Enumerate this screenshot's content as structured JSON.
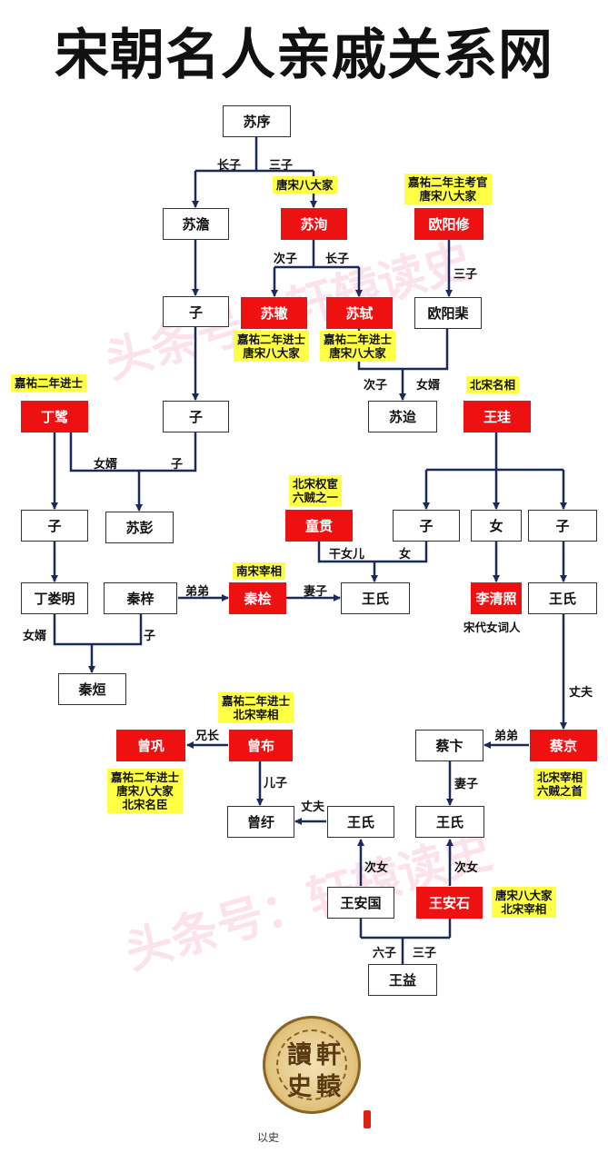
{
  "title": "宋朝名人亲戚关系网",
  "watermark": "头条号：轩辕读史",
  "nodes": {
    "suxu": "苏序",
    "sudan": "苏澹",
    "suxun": "苏洵",
    "ouyangxiu": "欧阳修",
    "zi_a": "子",
    "suzhe": "苏辙",
    "sushi": "苏轼",
    "ouyangfei": "欧阳棐",
    "dingzhi": "丁骘",
    "zi_b": "子",
    "sudai": "苏迨",
    "wanggui": "王珪",
    "zi_c": "子",
    "supeng": "苏彭",
    "tongguan": "童贯",
    "zi_d": "子",
    "nv": "女",
    "zi_e": "子",
    "dinglouming": "丁娄明",
    "qinzi": "秦梓",
    "qinhui": "秦桧",
    "wangshi_a": "王氏",
    "liqingzhao": "李清照",
    "wangshi_b": "王氏",
    "qinxuan": "秦烜",
    "zenggong": "曾巩",
    "zengbu": "曾布",
    "caibian": "蔡卞",
    "caijing": "蔡京",
    "zengyu": "曾纡",
    "wangshi_c": "王氏",
    "wangshi_d": "王氏",
    "wanganguo": "王安国",
    "wanganshi": "王安石",
    "wangyi": "王益"
  },
  "notes": {
    "suxun": "唐宋八大家",
    "ouyangxiu": [
      "嘉祐二年主考官",
      "唐宋八大家"
    ],
    "suzhe": [
      "嘉祐二年进士",
      "唐宋八大家"
    ],
    "sushi": [
      "嘉祐二年进士",
      "唐宋八大家"
    ],
    "dingzhi": "嘉祐二年进士",
    "wanggui": "北宋名相",
    "tongguan": [
      "北宋权宦",
      "六贼之一"
    ],
    "qinhui": "南宋宰相",
    "liqingzhao": "宋代女词人",
    "zengbu": [
      "嘉祐二年进士",
      "北宋宰相"
    ],
    "zenggong": [
      "嘉祐二年进士",
      "唐宋八大家",
      "北宋名臣"
    ],
    "caijing": [
      "北宋宰相",
      "六贼之首"
    ],
    "wanganshi": [
      "唐宋八大家",
      "北宋宰相"
    ]
  },
  "labels": {
    "changzi": "长子",
    "sanzi": "三子",
    "cizi": "次子",
    "zi": "子",
    "nvxu": "女婿",
    "gannver": "干女儿",
    "nv": "女",
    "didi": "弟弟",
    "qizi": "妻子",
    "zhangfu": "丈夫",
    "xiongzhang": "兄长",
    "erzi": "儿子",
    "cinv": "次女",
    "liuzi": "六子"
  },
  "seal": {
    "chars": [
      "讀",
      "軒",
      "史",
      "轅"
    ],
    "footer": "以史"
  },
  "colors": {
    "red": "#ee1111",
    "yellow": "#ffff44",
    "line": "#1a2a5c"
  }
}
